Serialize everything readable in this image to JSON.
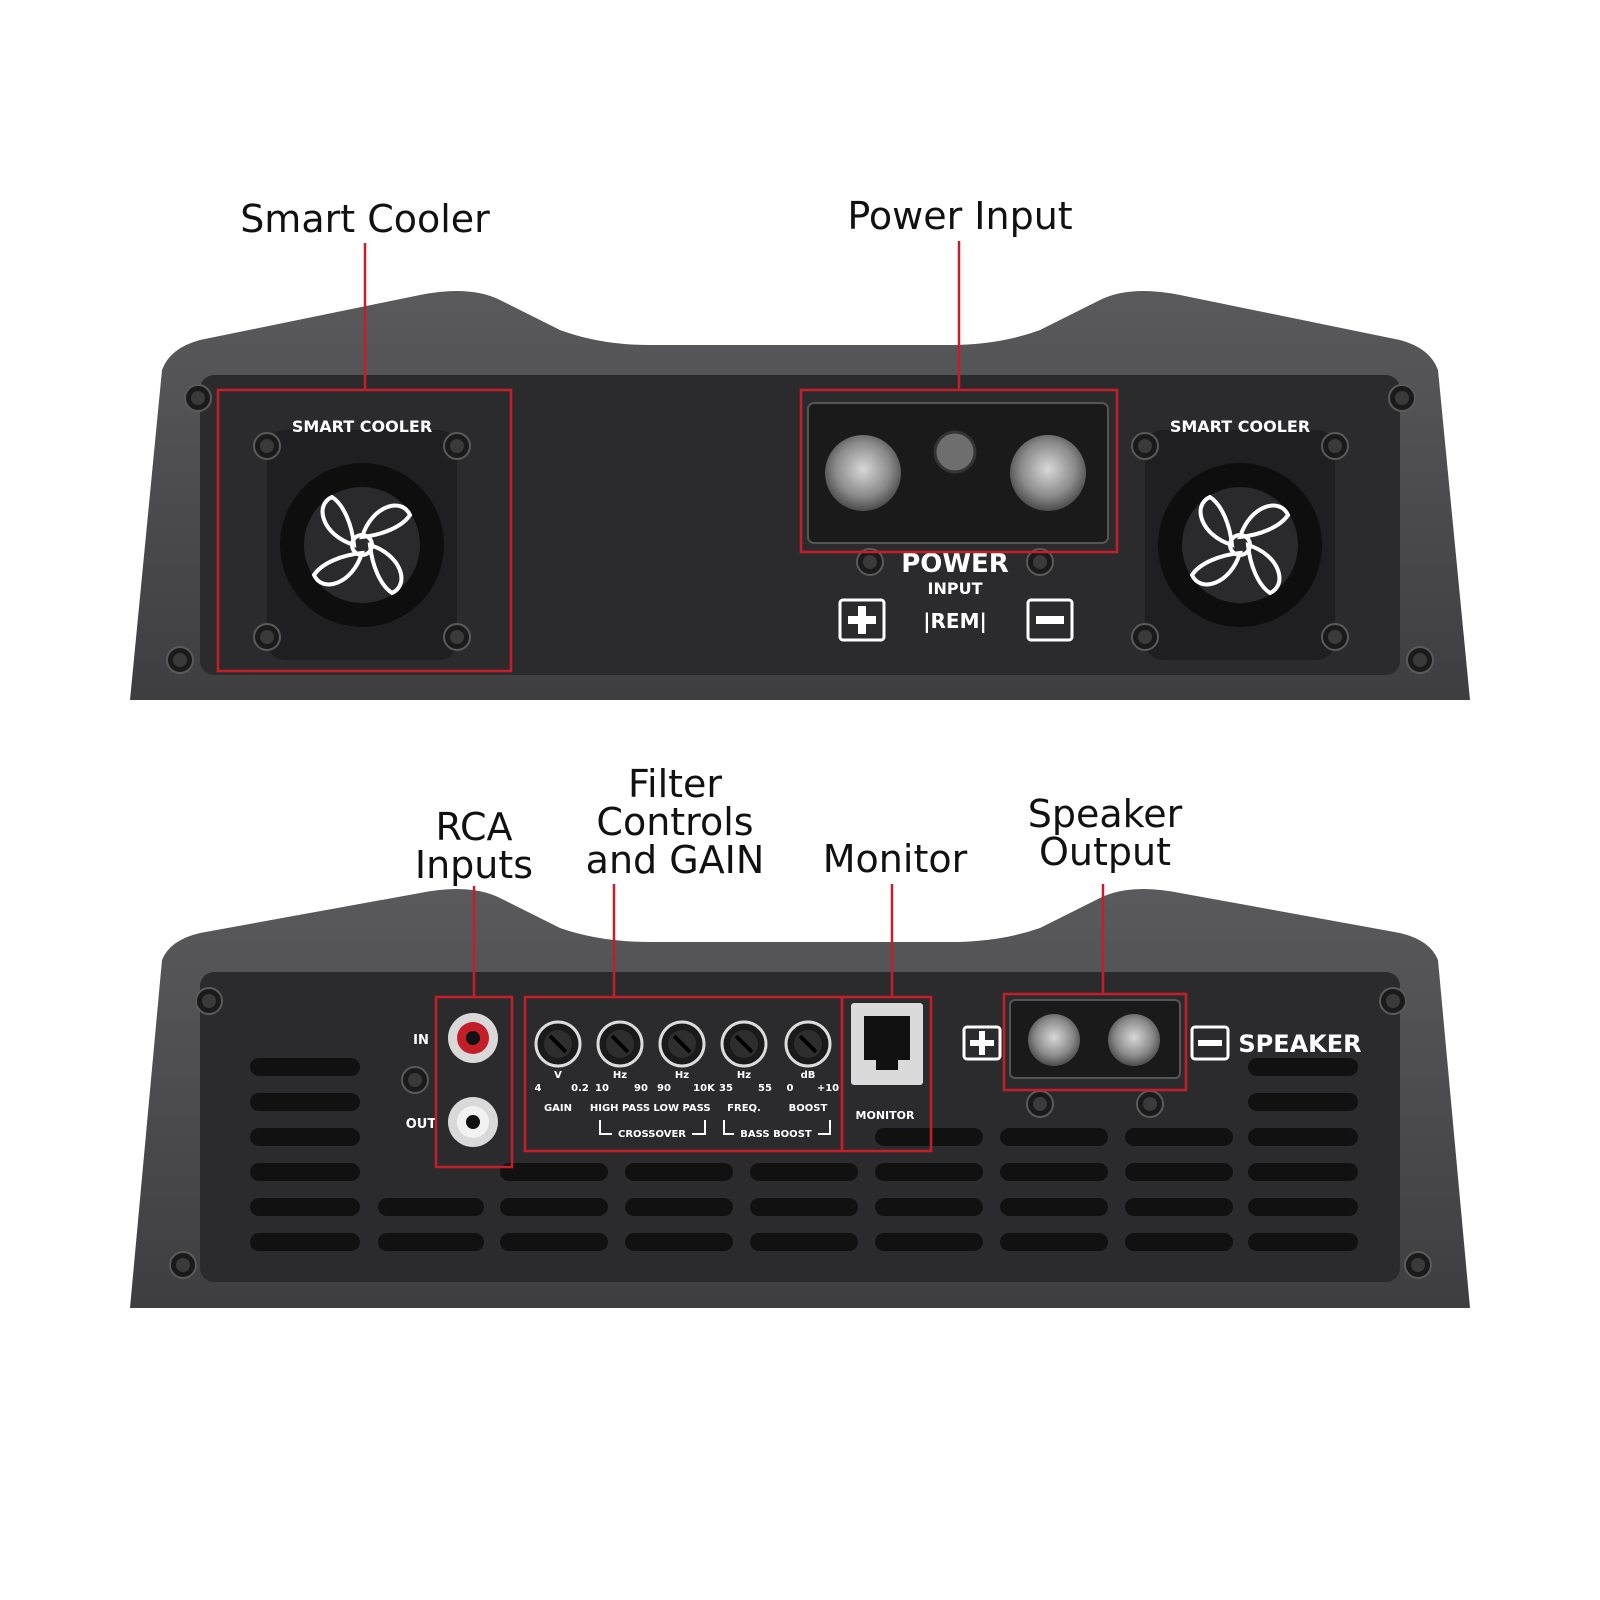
{
  "colors": {
    "accent": "#c41e2a",
    "chassis": "#4a4a4c",
    "panel": "#2b2b2d",
    "label_text": "#ffffff"
  },
  "callouts": {
    "smart_cooler": "Smart Cooler",
    "power_input": "Power Input",
    "rca_inputs": [
      "RCA",
      "Inputs"
    ],
    "filter_controls": [
      "Filter",
      "Controls",
      "and GAIN"
    ],
    "monitor": "Monitor",
    "speaker_output": [
      "Speaker",
      "Output"
    ]
  },
  "front_panel": {
    "fan_label_left": "SMART COOLER",
    "fan_label_right": "SMART COOLER",
    "power_title": "POWER",
    "power_subtitle": "INPUT",
    "rem_label": "|REM|"
  },
  "rear_panel": {
    "rca_in": "IN",
    "rca_out": "OUT",
    "knob_scales": [
      {
        "left": "4",
        "mid": "V",
        "right": "0.2"
      },
      {
        "left": "10",
        "mid": "Hz",
        "right": "90"
      },
      {
        "left": "90",
        "mid": "Hz",
        "right": "10K"
      },
      {
        "left": "35",
        "mid": "Hz",
        "right": "55"
      },
      {
        "left": "0",
        "mid": "dB",
        "right": "+10"
      }
    ],
    "knob_names": [
      "GAIN",
      "HIGH PASS",
      "LOW PASS",
      "FREQ.",
      "BOOST"
    ],
    "group_crossover": "CROSSOVER",
    "group_bass_boost": "BASS BOOST",
    "monitor_label": "MONITOR",
    "speaker_label": "SPEAKER"
  },
  "icons": [
    "fan-icon",
    "plus-terminal-icon",
    "minus-terminal-icon",
    "rca-jack-icon",
    "rj45-port-icon",
    "knob-icon",
    "screw-icon"
  ]
}
